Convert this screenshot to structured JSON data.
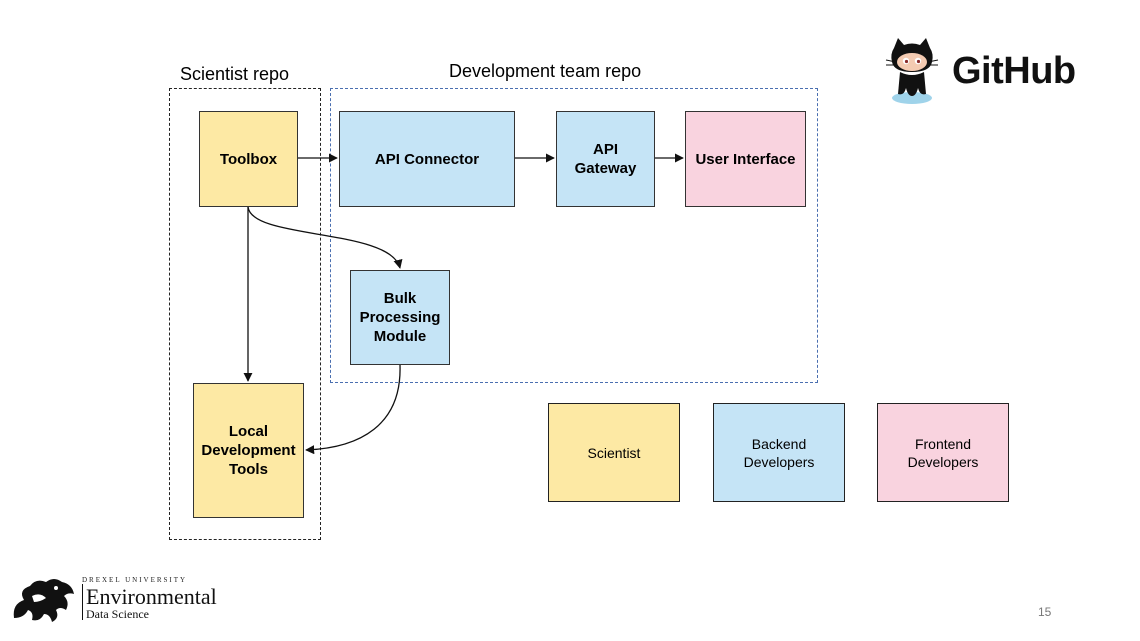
{
  "labels": {
    "scientist_repo": "Scientist repo",
    "dev_team_repo": "Development team repo"
  },
  "nodes": {
    "toolbox": "Toolbox",
    "api_connector": "API Connector",
    "api_gateway": [
      "API",
      "Gateway"
    ],
    "user_interface": "User Interface",
    "bulk_processing": [
      "Bulk",
      "Processing",
      "Module"
    ],
    "local_dev_tools": [
      "Local",
      "Development",
      "Tools"
    ]
  },
  "legend": {
    "scientist": "Scientist",
    "backend": [
      "Backend",
      "Developers"
    ],
    "frontend": [
      "Frontend",
      "Developers"
    ]
  },
  "colors": {
    "scientist": "#fde9a4",
    "backend": "#c5e4f6",
    "frontend": "#f9d3df",
    "dev_repo_border": "#4a6fb0"
  },
  "logos": {
    "github_text": "GitHub",
    "university_small": "DREXEL UNIVERSITY",
    "university_big": "Environmental",
    "university_sub": "Data Science"
  },
  "page_number": "15"
}
